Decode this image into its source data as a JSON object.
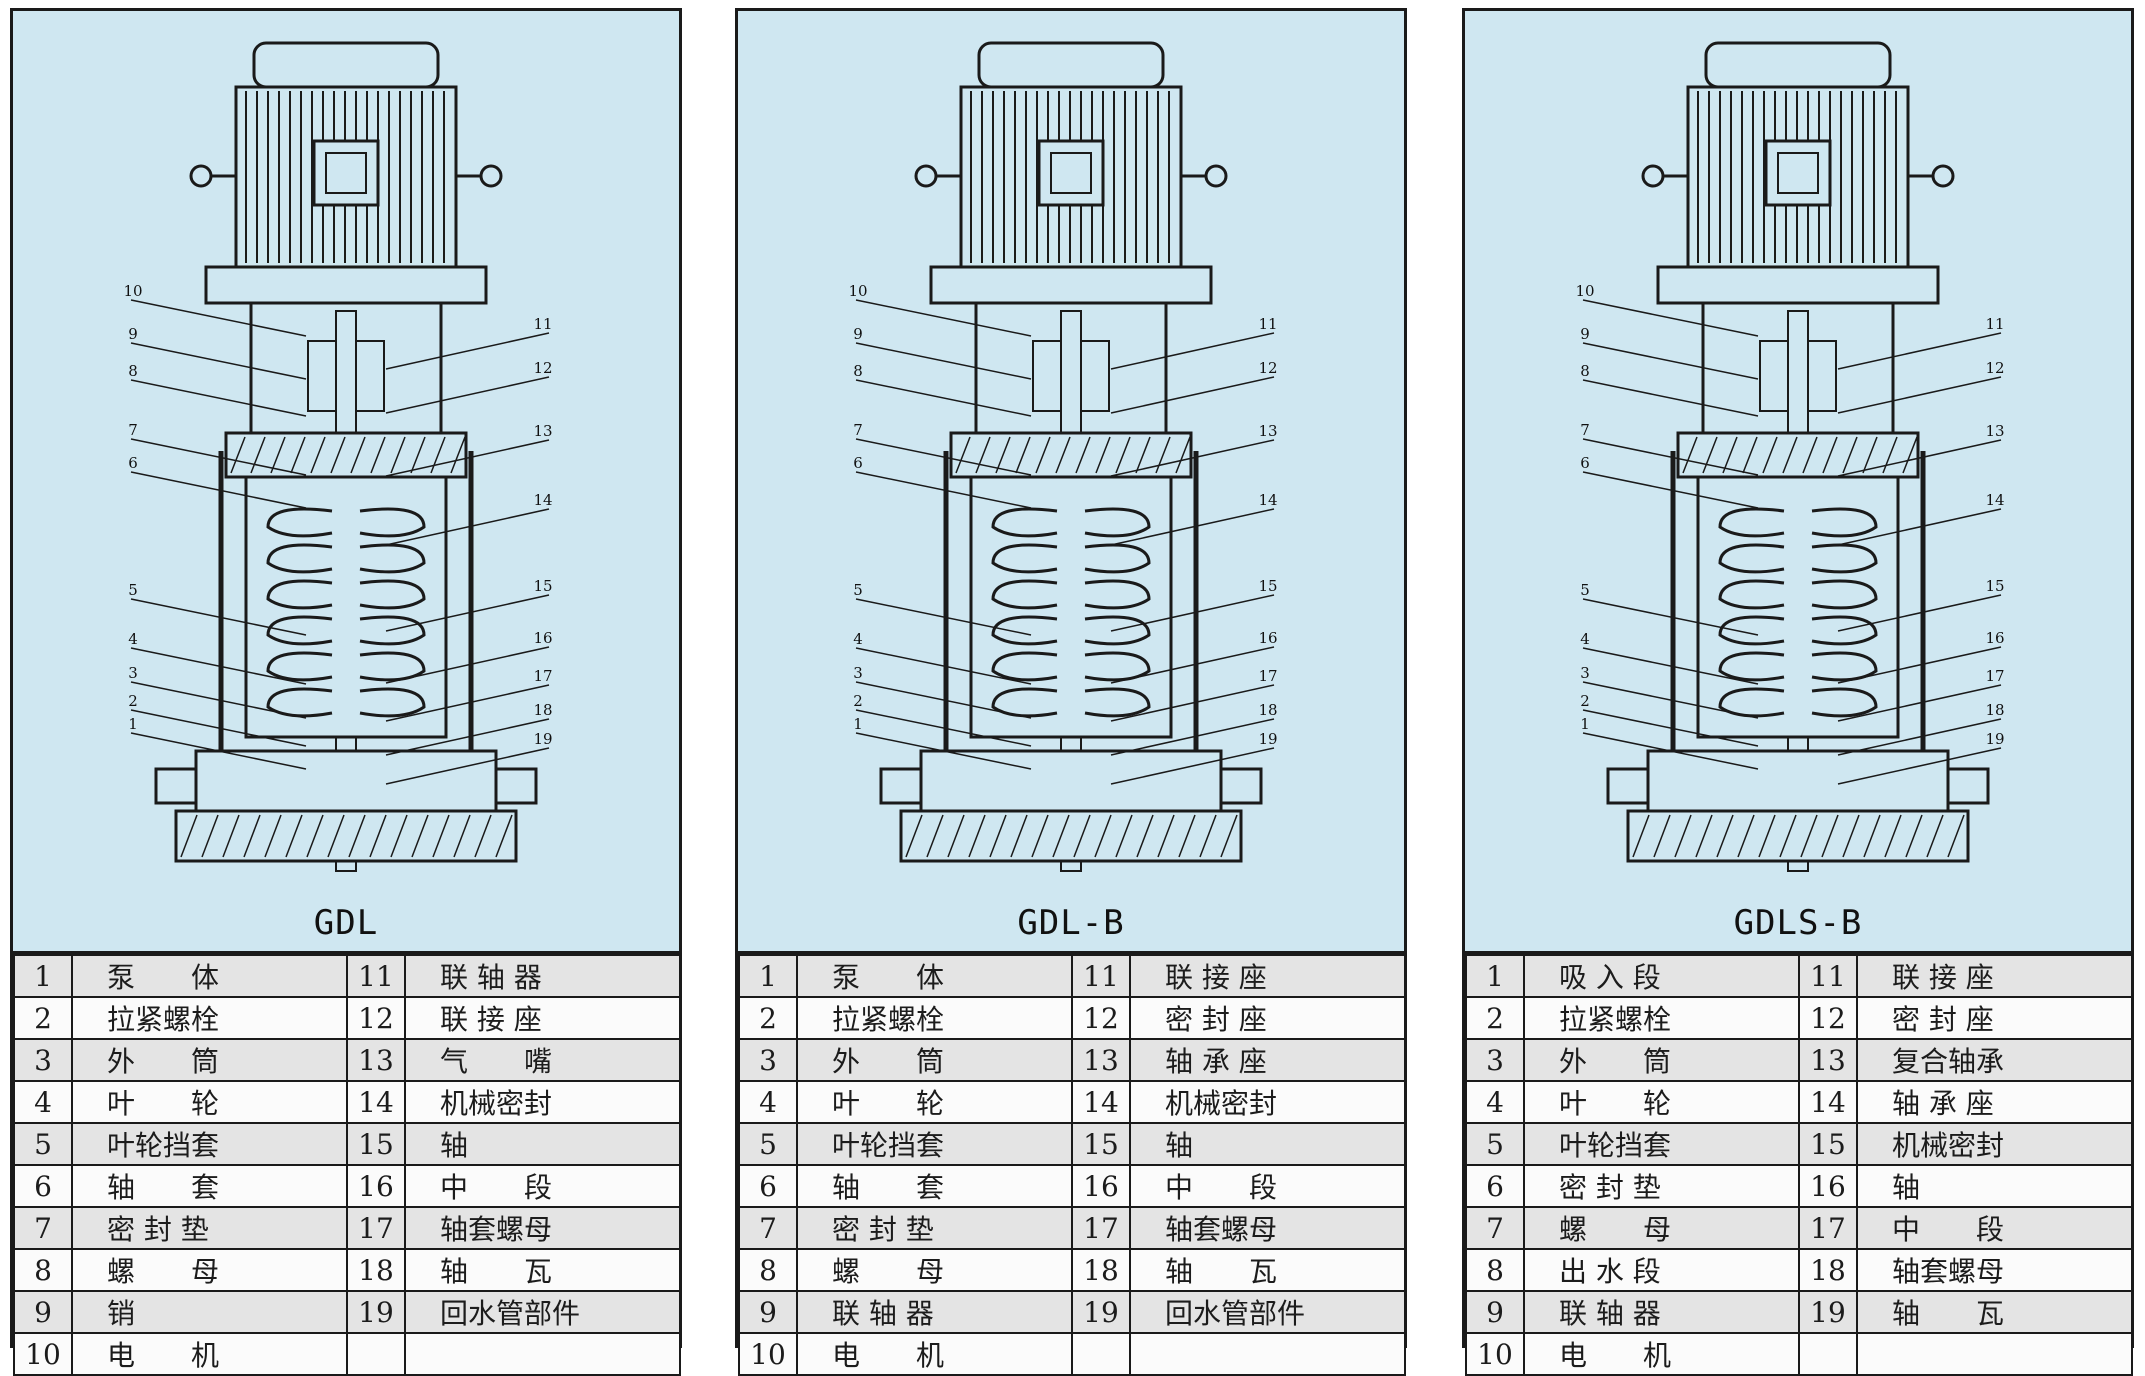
{
  "panels": [
    {
      "model": "GDL",
      "callouts_left": [
        "10",
        "9",
        "8",
        "7",
        "6",
        "5",
        "4",
        "3",
        "2",
        "1"
      ],
      "callouts_right": [
        "11",
        "12",
        "13",
        "14",
        "15",
        "16",
        "17",
        "18",
        "19"
      ],
      "parts": [
        {
          "no": "1",
          "name": "泵　　体"
        },
        {
          "no": "2",
          "name": "拉紧螺栓"
        },
        {
          "no": "3",
          "name": "外　　筒"
        },
        {
          "no": "4",
          "name": "叶　　轮"
        },
        {
          "no": "5",
          "name": "叶轮挡套"
        },
        {
          "no": "6",
          "name": "轴　　套"
        },
        {
          "no": "7",
          "name": "密 封 垫"
        },
        {
          "no": "8",
          "name": "螺　　母"
        },
        {
          "no": "9",
          "name": "销"
        },
        {
          "no": "10",
          "name": "电　　机"
        },
        {
          "no": "11",
          "name": "联 轴 器"
        },
        {
          "no": "12",
          "name": "联 接 座"
        },
        {
          "no": "13",
          "name": "气　　嘴"
        },
        {
          "no": "14",
          "name": "机械密封"
        },
        {
          "no": "15",
          "name": "轴"
        },
        {
          "no": "16",
          "name": "中　　段"
        },
        {
          "no": "17",
          "name": "轴套螺母"
        },
        {
          "no": "18",
          "name": "轴　　瓦"
        },
        {
          "no": "19",
          "name": "回水管部件"
        },
        {
          "no": "",
          "name": ""
        }
      ]
    },
    {
      "model": "GDL-B",
      "callouts_left": [
        "10",
        "9",
        "8",
        "7",
        "6",
        "5",
        "4",
        "3",
        "2",
        "1"
      ],
      "callouts_right": [
        "11",
        "12",
        "13",
        "14",
        "15",
        "16",
        "17",
        "18",
        "19"
      ],
      "parts": [
        {
          "no": "1",
          "name": "泵　　体"
        },
        {
          "no": "2",
          "name": "拉紧螺栓"
        },
        {
          "no": "3",
          "name": "外　　筒"
        },
        {
          "no": "4",
          "name": "叶　　轮"
        },
        {
          "no": "5",
          "name": "叶轮挡套"
        },
        {
          "no": "6",
          "name": "轴　　套"
        },
        {
          "no": "7",
          "name": "密 封 垫"
        },
        {
          "no": "8",
          "name": "螺　　母"
        },
        {
          "no": "9",
          "name": "联 轴 器"
        },
        {
          "no": "10",
          "name": "电　　机"
        },
        {
          "no": "11",
          "name": "联 接 座"
        },
        {
          "no": "12",
          "name": "密 封 座"
        },
        {
          "no": "13",
          "name": "轴 承 座"
        },
        {
          "no": "14",
          "name": "机械密封"
        },
        {
          "no": "15",
          "name": "轴"
        },
        {
          "no": "16",
          "name": "中　　段"
        },
        {
          "no": "17",
          "name": "轴套螺母"
        },
        {
          "no": "18",
          "name": "轴　　瓦"
        },
        {
          "no": "19",
          "name": "回水管部件"
        },
        {
          "no": "",
          "name": ""
        }
      ]
    },
    {
      "model": "GDLS-B",
      "callouts_left": [
        "10",
        "9",
        "8",
        "7",
        "6",
        "5",
        "4",
        "3",
        "2",
        "1"
      ],
      "callouts_right": [
        "11",
        "12",
        "13",
        "14",
        "15",
        "16",
        "17",
        "18",
        "19"
      ],
      "parts": [
        {
          "no": "1",
          "name": "吸 入 段"
        },
        {
          "no": "2",
          "name": "拉紧螺栓"
        },
        {
          "no": "3",
          "name": "外　　筒"
        },
        {
          "no": "4",
          "name": "叶　　轮"
        },
        {
          "no": "5",
          "name": "叶轮挡套"
        },
        {
          "no": "6",
          "name": "密 封 垫"
        },
        {
          "no": "7",
          "name": "螺　　母"
        },
        {
          "no": "8",
          "name": "出 水 段"
        },
        {
          "no": "9",
          "name": "联 轴 器"
        },
        {
          "no": "10",
          "name": "电　　机"
        },
        {
          "no": "11",
          "name": "联 接 座"
        },
        {
          "no": "12",
          "name": "密 封 座"
        },
        {
          "no": "13",
          "name": "复合轴承"
        },
        {
          "no": "14",
          "name": "轴 承 座"
        },
        {
          "no": "15",
          "name": "机械密封"
        },
        {
          "no": "16",
          "name": "轴"
        },
        {
          "no": "17",
          "name": "中　　段"
        },
        {
          "no": "18",
          "name": "轴套螺母"
        },
        {
          "no": "19",
          "name": "轴　　瓦"
        },
        {
          "no": "",
          "name": ""
        }
      ]
    }
  ]
}
